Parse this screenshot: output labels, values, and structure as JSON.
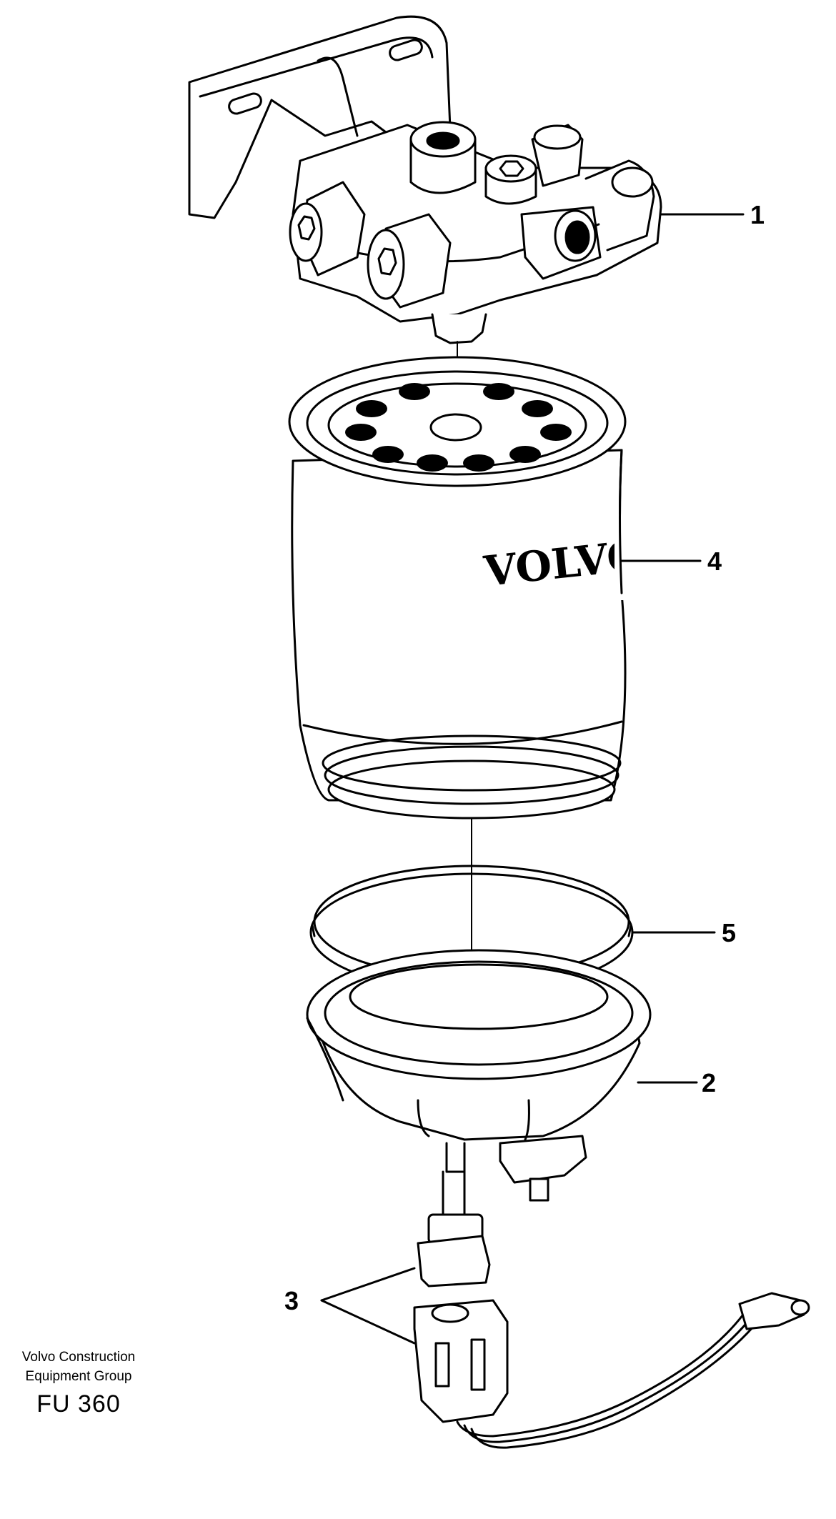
{
  "callouts": {
    "c1": "1",
    "c2": "2",
    "c3": "3",
    "c4": "4",
    "c5": "5"
  },
  "brand": "VOLVO",
  "footer": {
    "maker_line1": "Volvo Construction",
    "maker_line2": "Equipment Group",
    "figure_code": "FU 360"
  }
}
